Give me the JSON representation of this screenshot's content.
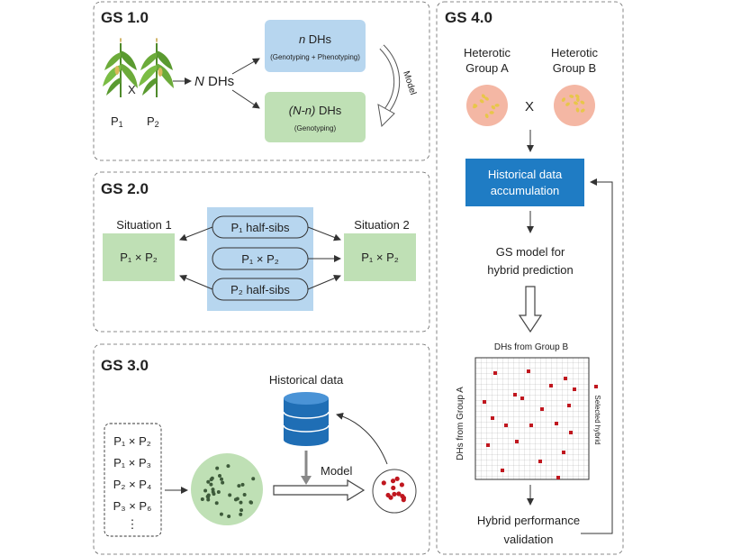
{
  "gs1": {
    "title": "GS 1.0",
    "p1": "P",
    "p1_sub": "1",
    "p2": "P",
    "p2_sub": "2",
    "cross": "X",
    "n_dhs_italic": "N",
    "n_dhs_text": " DHs",
    "box_top_italic": "n",
    "box_top_text": " DHs",
    "box_top_sub": "(Genotyping + Phenotyping)",
    "box_bottom_italic": "(N-n)",
    "box_bottom_text": " DHs",
    "box_bottom_sub": "(Genotyping)",
    "model_label": "Model"
  },
  "gs2": {
    "title": "GS 2.0",
    "situation1": "Situation 1",
    "situation2": "Situation 2",
    "left_box": "P₁ ×  P₂",
    "right_box": "P₁ ×  P₂",
    "pill1": "P₁ half-sibs",
    "pill2": "P₁ × P₂",
    "pill3": "P₂ half-sibs"
  },
  "gs3": {
    "title": "GS 3.0",
    "crosses": [
      "P₁ × P₂",
      "P₁ × P₃",
      "P₂ × P₄",
      "P₃ × P₆",
      "⋮"
    ],
    "historical_label": "Historical data",
    "model_label": "Model"
  },
  "gs4": {
    "title": "GS 4.0",
    "group_a": [
      "Heterotic",
      "Group A"
    ],
    "group_b": [
      "Heterotic",
      "Group B"
    ],
    "cross": "X",
    "accum": [
      "Historical data",
      "accumulation"
    ],
    "gs_model": [
      "GS model for",
      "hybrid prediction"
    ],
    "grid_top": "DHs from Group B",
    "grid_left": "DHs from Group A",
    "grid_right": "Selected hybrid",
    "validation": [
      "Hybrid performance",
      "validation"
    ]
  },
  "colors": {
    "blue_box": "#b7d6ef",
    "green_box": "#bfe0b5",
    "gs4_blue": "#1f7cc4",
    "red": "#c0171f",
    "seed_circle": "#f4b7a4"
  }
}
